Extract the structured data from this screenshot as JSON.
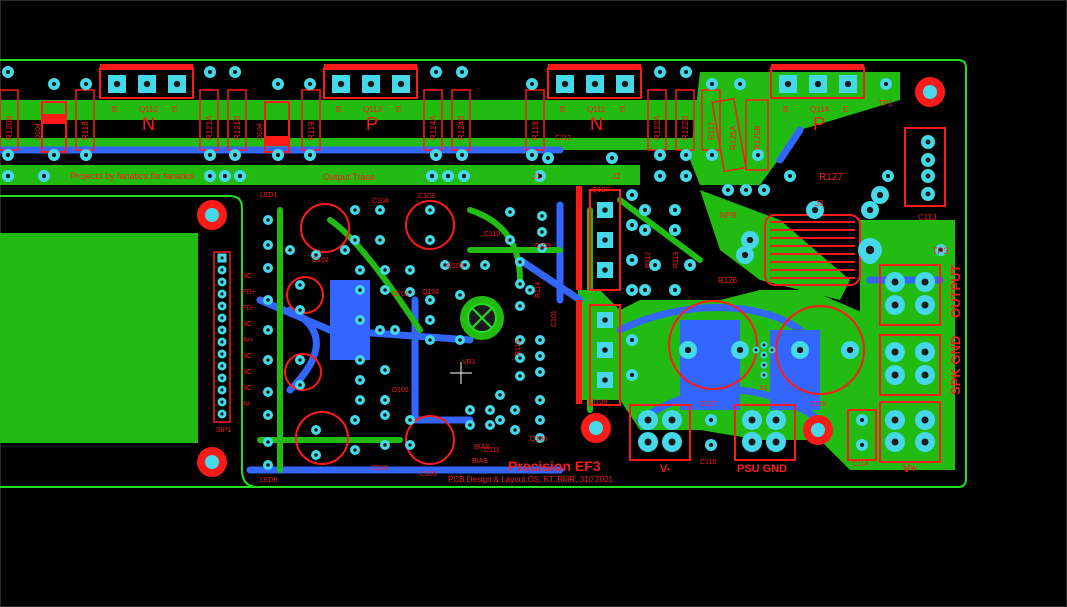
{
  "canvas": {
    "background": "#000000"
  },
  "colors": {
    "outline": "#22dd22",
    "top_copper": "#22bb11",
    "bottom_copper": "#3366ff",
    "silk": "#ff1a1a",
    "pad": "#44d8e8",
    "pad_hole": "#1a1a1a"
  },
  "transistors_top": [
    {
      "ref": "Q110",
      "pins": "B    E",
      "type": "N"
    },
    {
      "ref": "Q113",
      "pins": "B    E",
      "type": "P"
    },
    {
      "ref": "Q111",
      "pins": "B    E",
      "type": "N"
    },
    {
      "ref": "Q114",
      "pins": "B    E",
      "type": "P"
    }
  ],
  "resistors_top": [
    "R120B",
    "R118",
    "R121A",
    "R121B",
    "R119",
    "R124A",
    "R124B",
    "R118",
    "R122A",
    "R122B",
    "R117",
    "R125A",
    "R125B"
  ],
  "diodes_top": [
    "D104",
    "D104"
  ],
  "test_points": [
    "TP1",
    "TP3"
  ],
  "traces_text": {
    "projects": "Projects by fanatics,for fanatics",
    "output_trace": "Output Trace",
    "j1": "J1",
    "j2": "J2",
    "j3": "J3",
    "c112": "C112",
    "r127": "R127",
    "c113": "C113",
    "npb": "NPB",
    "r126": "R126"
  },
  "left_section": {
    "sip_pins": [
      "NC",
      "PD+",
      "PD-",
      "NC",
      "IN+",
      "NC",
      "NC",
      "NC",
      "IN-"
    ],
    "sip_label": "SIP1",
    "led_top": "LED1",
    "led_bottom": "LED6"
  },
  "mid_components": [
    "C104",
    "C103",
    "C102",
    "D101",
    "R105",
    "Q104",
    "C110",
    "Q107",
    "C109",
    "C105",
    "D102",
    "C108",
    "C111",
    "Q106",
    "Q108",
    "C101",
    "R112",
    "R113",
    "R114",
    "R115",
    "VR1"
  ],
  "center_labels": {
    "bias_top": "BIAS",
    "bias_bottom": "BIAS"
  },
  "right_labels": {
    "output": "OUTPUT",
    "spk_gnd": "SPK GND",
    "psu_gnd": "PSU GND",
    "v_minus": "V-",
    "v_plus": "V+",
    "c116": "C116",
    "c117": "C117",
    "c118": "C118",
    "c119": "C119",
    "c114": "C114",
    "r61": "61"
  },
  "footer": {
    "title": "Precision EF3",
    "credit": "PCB Design & Layout OS, KT, BMR, 310 2021"
  }
}
